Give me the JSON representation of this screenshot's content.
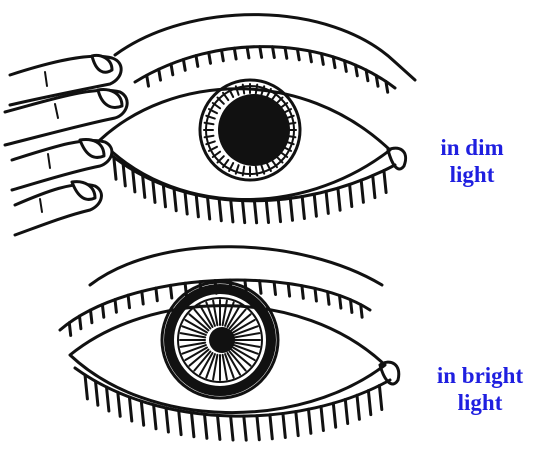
{
  "figure": {
    "top_eye": {
      "state": "dim light",
      "caption_line1": "in dim",
      "caption_line2": "light"
    },
    "bottom_eye": {
      "state": "bright light",
      "caption_line1": "in bright",
      "caption_line2": "light"
    },
    "colors": {
      "ink": "#111111",
      "caption": "#1f1fe0",
      "background": "#ffffff"
    }
  }
}
